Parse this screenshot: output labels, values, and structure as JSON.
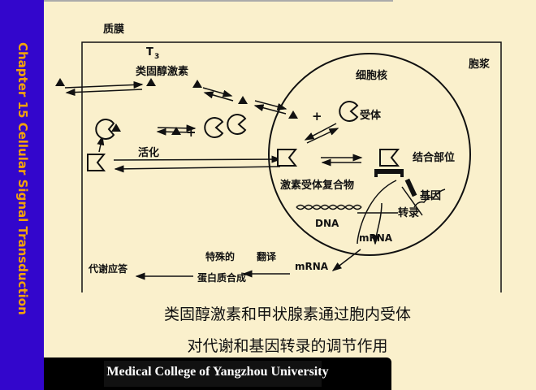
{
  "sidebar": {
    "title": "Chapter 15 Cellular Signal Transduction"
  },
  "diagram": {
    "plasma_membrane": "质膜",
    "t3": "T",
    "t3_sub": "3",
    "steroid_hormone": "类固醇激素",
    "cytoplasm": "胞浆",
    "nucleus": "细胞核",
    "receptor": "受体",
    "activation": "活化",
    "complex": "激素受体复合物",
    "binding_site": "结合部位",
    "gene": "基因",
    "dna": "DNA",
    "transcription": "转录",
    "mrna_nucleus": "mRNA",
    "mrna_cyto": "mRNA",
    "translation": "翻译",
    "special": "特殊的",
    "protein_synthesis": "蛋白质合成",
    "metabolic_response": "代谢应答",
    "plus": "+"
  },
  "caption": {
    "line1": "类固醇激素和甲状腺素通过胞内受体",
    "line2": "对代谢和基因转录的调节作用"
  },
  "footer": {
    "text": "Medical College of Yangzhou University"
  },
  "colors": {
    "sidebar": "#3306cc",
    "sidebar_text": "#f2a20a",
    "background": "#faf0cc"
  }
}
